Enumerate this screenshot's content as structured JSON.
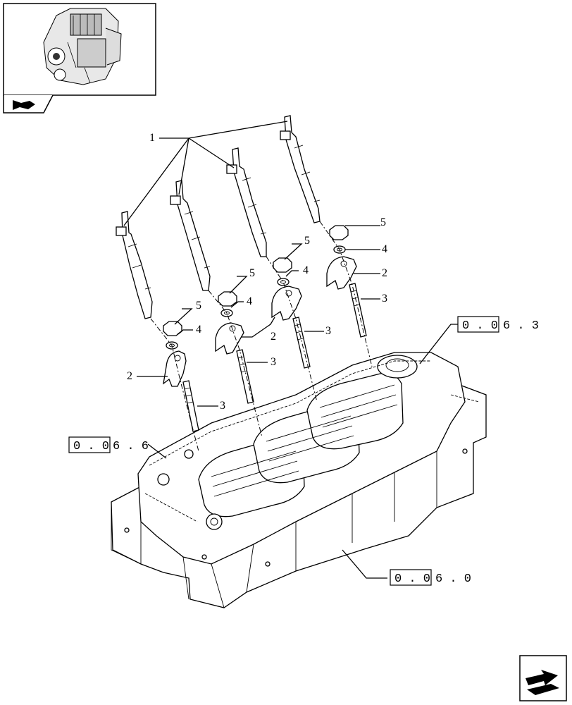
{
  "callouts": {
    "injector": "1",
    "bracket": "2",
    "stud": "3",
    "washer": "4",
    "nut": "5"
  },
  "references": [
    {
      "boxed": "0 . 0",
      "suffix": "6 . 3"
    },
    {
      "boxed": "0 . 0",
      "suffix": "6 . 6"
    },
    {
      "boxed": "0 . 0",
      "suffix": "6 . 0"
    }
  ],
  "icons": {
    "thumbnail": "engine-thumbnail-icon",
    "book": "book-icon",
    "corner": "next-page-arrow-icon"
  }
}
